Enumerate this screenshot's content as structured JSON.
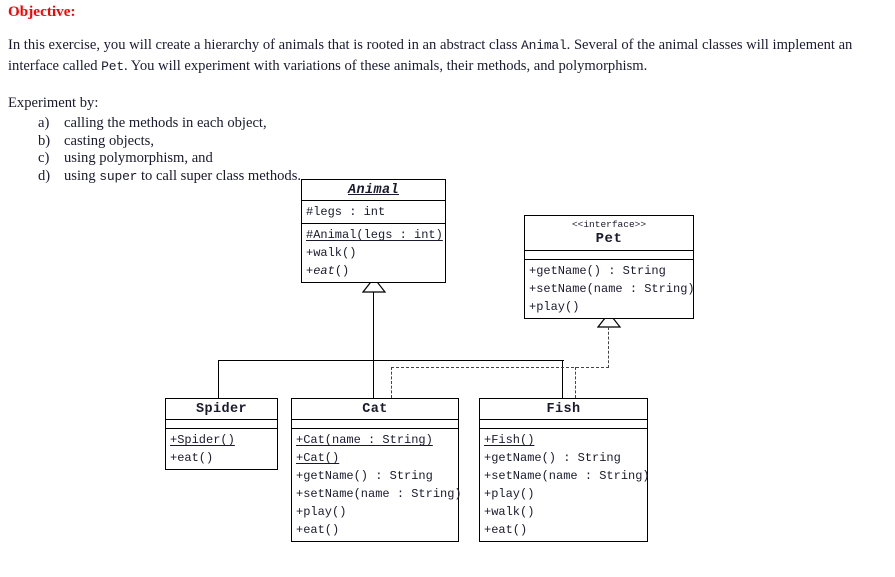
{
  "document": {
    "objective_heading": "Objective:",
    "paragraph_1_part_1": "In this exercise, you will create a hierarchy of animals that is rooted in an abstract class ",
    "paragraph_1_code_1": "Animal",
    "paragraph_1_part_2": ". Several of the animal classes will implement an interface called ",
    "paragraph_1_code_2": "Pet",
    "paragraph_1_part_3": ". You will experiment with variations of these animals, their methods, and polymorphism.",
    "experiment_label": "Experiment by:",
    "experiment_items": [
      {
        "marker": "a)",
        "text": "calling the methods in each object,"
      },
      {
        "marker": "b)",
        "text": "casting objects,"
      },
      {
        "marker": "c)",
        "text": "using polymorphism, and"
      },
      {
        "marker": "d)",
        "text_before": "using ",
        "code": "super",
        "text_after": " to call super class methods."
      }
    ],
    "heading_color": "#ff0000"
  },
  "diagram": {
    "type": "uml-class-diagram",
    "classes": [
      {
        "id": "animal",
        "name": "Animal",
        "abstract": true,
        "stereotype": null,
        "attributes": [
          {
            "sig": "#legs  :  int"
          }
        ],
        "operations": [
          {
            "sig": "#Animal(legs  :  int)",
            "constructor": true,
            "abstract": false
          },
          {
            "sig": "+walk()",
            "constructor": false,
            "abstract": false
          },
          {
            "prefix": "+",
            "italic": "eat",
            "suffix": "()",
            "sig": "+eat()",
            "constructor": false,
            "abstract": true
          }
        ]
      },
      {
        "id": "pet",
        "name": "Pet",
        "abstract": false,
        "stereotype": "<<interface>>",
        "attributes": [],
        "operations": [
          {
            "sig": "+getName()  :  String",
            "constructor": false,
            "abstract": false
          },
          {
            "sig": "+setName(name  :  String)",
            "constructor": false,
            "abstract": false
          },
          {
            "sig": "+play()",
            "constructor": false,
            "abstract": false
          }
        ]
      },
      {
        "id": "spider",
        "name": "Spider",
        "abstract": false,
        "stereotype": null,
        "attributes": [],
        "operations": [
          {
            "sig": "+Spider()",
            "constructor": true,
            "abstract": false
          },
          {
            "sig": "+eat()",
            "constructor": false,
            "abstract": false
          }
        ]
      },
      {
        "id": "cat",
        "name": "Cat",
        "abstract": false,
        "stereotype": null,
        "attributes": [],
        "operations": [
          {
            "sig": "+Cat(name  :  String)",
            "constructor": true,
            "abstract": false
          },
          {
            "sig": "+Cat()",
            "constructor": true,
            "abstract": false
          },
          {
            "sig": "+getName()  :  String",
            "constructor": false,
            "abstract": false
          },
          {
            "sig": "+setName(name  :  String)",
            "constructor": false,
            "abstract": false
          },
          {
            "sig": "+play()",
            "constructor": false,
            "abstract": false
          },
          {
            "sig": "+eat()",
            "constructor": false,
            "abstract": false
          }
        ]
      },
      {
        "id": "fish",
        "name": "Fish",
        "abstract": false,
        "stereotype": null,
        "attributes": [],
        "operations": [
          {
            "sig": "+Fish()",
            "constructor": true,
            "abstract": false
          },
          {
            "sig": "+getName()  :  String",
            "constructor": false,
            "abstract": false
          },
          {
            "sig": "+setName(name  :  String)",
            "constructor": false,
            "abstract": false
          },
          {
            "sig": "+play()",
            "constructor": false,
            "abstract": false
          },
          {
            "sig": "+walk()",
            "constructor": false,
            "abstract": false
          },
          {
            "sig": "+eat()",
            "constructor": false,
            "abstract": false
          }
        ]
      }
    ],
    "relationships": [
      {
        "kind": "generalization",
        "from": "spider",
        "to": "animal",
        "style": "solid"
      },
      {
        "kind": "generalization",
        "from": "cat",
        "to": "animal",
        "style": "solid"
      },
      {
        "kind": "generalization",
        "from": "fish",
        "to": "animal",
        "style": "solid"
      },
      {
        "kind": "realization",
        "from": "cat",
        "to": "pet",
        "style": "dashed"
      },
      {
        "kind": "realization",
        "from": "fish",
        "to": "pet",
        "style": "dashed"
      }
    ],
    "line_color": "#000000",
    "dash_color": "#444444"
  }
}
